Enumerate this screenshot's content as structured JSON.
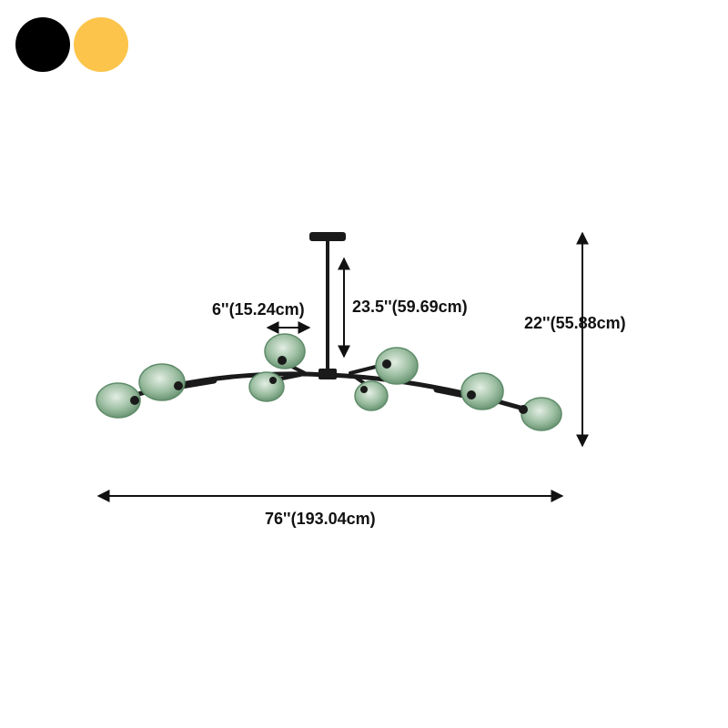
{
  "color_options": [
    {
      "name": "black",
      "hex": "#000000"
    },
    {
      "name": "gold",
      "hex": "#fcc44a"
    }
  ],
  "dimensions": {
    "shade_width": "6''(15.24cm)",
    "drop_length": "23.5''(59.69cm)",
    "height": "22''(55.88cm)",
    "width": "76''(193.04cm)"
  },
  "colors": {
    "frame": "#1a1a1a",
    "glass": "#8fb596",
    "glass_dark": "#5f8c6a",
    "arrow": "#111111"
  }
}
